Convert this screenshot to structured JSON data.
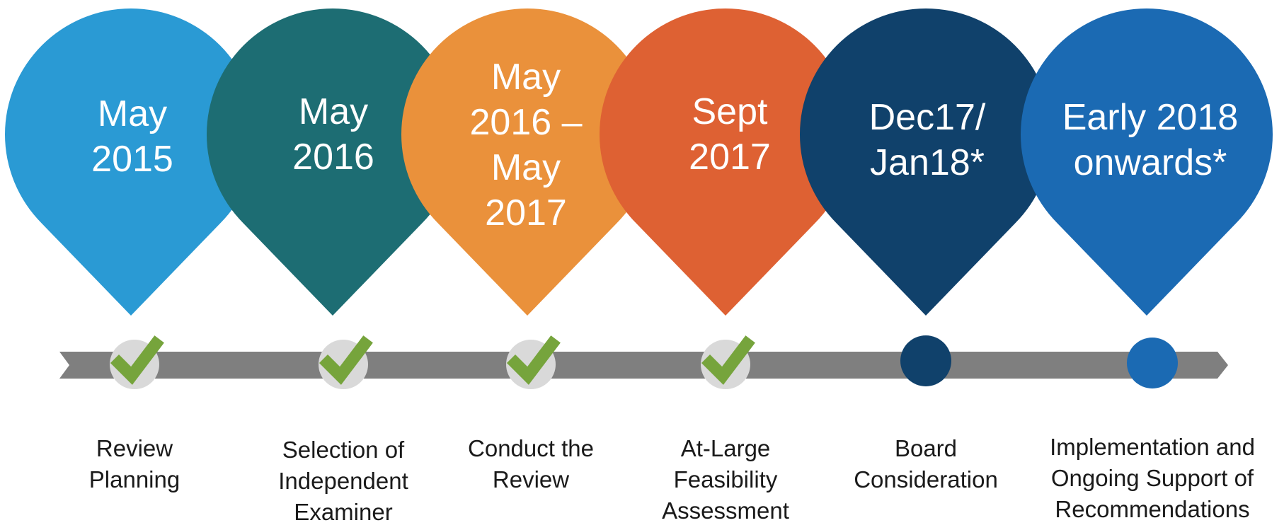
{
  "milestones": [
    {
      "date_lines": [
        "May",
        "2015"
      ],
      "caption_lines": [
        "Review",
        "Planning"
      ],
      "color": "#2a9ad4",
      "status": "complete",
      "marker_color": "#d9d9d9"
    },
    {
      "date_lines": [
        "May",
        "2016"
      ],
      "caption_lines": [
        "Selection of",
        "Independent",
        "Examiner"
      ],
      "color": "#1d6d73",
      "status": "complete",
      "marker_color": "#d9d9d9"
    },
    {
      "date_lines": [
        "May",
        "2016 –",
        "May",
        "2017"
      ],
      "caption_lines": [
        "Conduct the",
        "Review"
      ],
      "color": "#ea913b",
      "status": "complete",
      "marker_color": "#d9d9d9"
    },
    {
      "date_lines": [
        "Sept",
        "2017"
      ],
      "caption_lines": [
        "At-Large",
        "Feasibility",
        "Assessment"
      ],
      "color": "#de6133",
      "status": "complete",
      "marker_color": "#d9d9d9"
    },
    {
      "date_lines": [
        "Dec17/",
        "Jan18*"
      ],
      "caption_lines": [
        "Board",
        "Consideration"
      ],
      "color": "#10416b",
      "status": "pending",
      "marker_color": "#10416b"
    },
    {
      "date_lines": [
        "Early 2018",
        "onwards*"
      ],
      "caption_lines": [
        "Implementation and",
        "Ongoing Support of",
        "Recommendations"
      ],
      "color": "#1b6ab3",
      "status": "pending",
      "marker_color": "#1b6ab3"
    }
  ],
  "colors": {
    "timeline_arrow": "#7f7f7f",
    "check": "#76a43c",
    "caption_text": "#1a1a1a"
  },
  "icons": {
    "complete": "check-icon",
    "pending": "dot-icon"
  }
}
